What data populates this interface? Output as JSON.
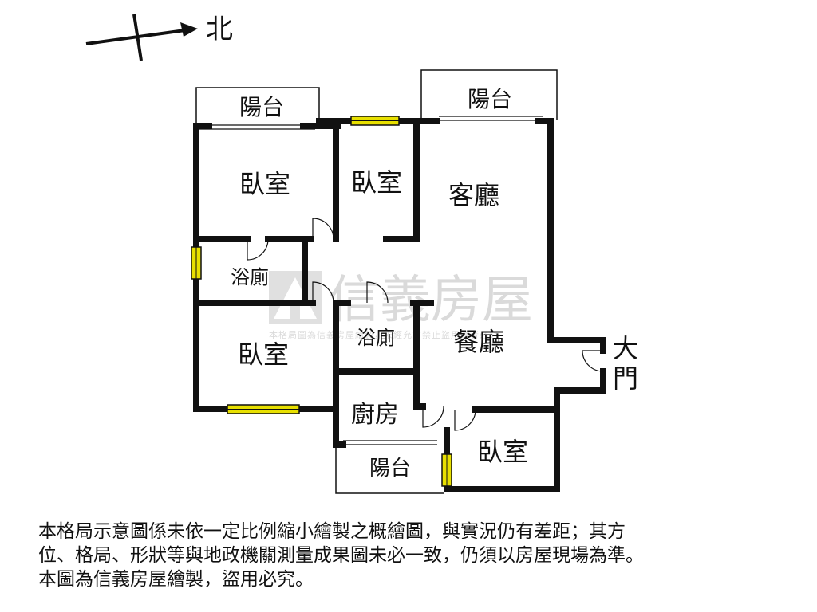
{
  "compass": {
    "north_label": "北"
  },
  "rooms": {
    "balcony_top_left": "陽台",
    "balcony_top_right": "陽台",
    "bedroom_top_left": "臥室",
    "bedroom_top_middle": "臥室",
    "living_room": "客廳",
    "bath_left": "浴廁",
    "bedroom_left": "臥室",
    "bath_center": "浴廁",
    "dining_room": "餐廳",
    "kitchen": "廚房",
    "balcony_bottom": "陽台",
    "bedroom_bottom_right": "臥室",
    "main_door_1": "大",
    "main_door_2": "門"
  },
  "watermark": {
    "brand": "信義房屋",
    "fine_print": "本格局圖為信義房屋繪製，未經允許禁止盜用違者必究"
  },
  "disclaimer": {
    "line1": "本格局示意圖係未依一定比例縮小繪製之概繪圖，與實況仍有差距；其方",
    "line2": "位、格局、形狀等與地政機關測量成果圖未必一致，仍須以房屋現場為準。",
    "line3": "本圖為信義房屋繪製，盜用必究。"
  },
  "colors": {
    "wall": "#111111",
    "window": "#e8e000",
    "watermark": "#bdbdbd"
  }
}
